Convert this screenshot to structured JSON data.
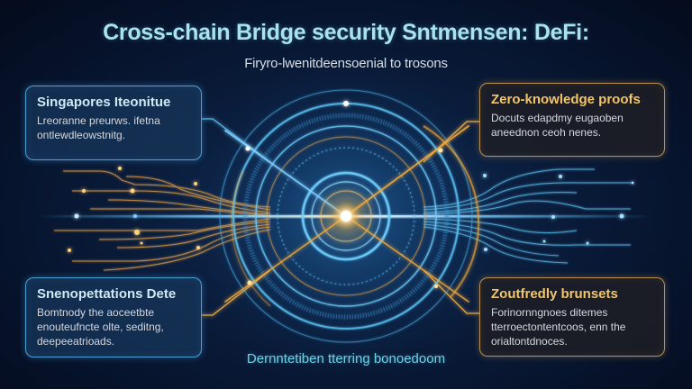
{
  "header": {
    "title": "Cross-chain Bridge security Sntmensen: DeFi:",
    "subtitle": "Firyro-lwenitdeensoenial to trosons"
  },
  "cards": [
    {
      "position": "top-left",
      "style": "blue",
      "title": "Singapores Iteonitue",
      "body": "Lreoranne preurws. ifetna ontlewdleowstnitg."
    },
    {
      "position": "top-right",
      "style": "amber",
      "title": "Zero-knowledge proofs",
      "body": "Docuts edapdmy eugaoben aneednon ceoh nenes."
    },
    {
      "position": "bottom-left",
      "style": "blue",
      "title": "Snenopettations Dete",
      "body": "Bomtnody the aoceetbte enouteufncte olte, seditng, deepeeatrioads."
    },
    {
      "position": "bottom-right",
      "style": "amber",
      "title": "Zoutfredly brunsets",
      "body": "Forinornngnoes ditemes tterroectontentcoos, enn the orialtontdnoces."
    }
  ],
  "caption": "Dernntetiben tterring bonoedoom",
  "colors": {
    "background": "#06122a",
    "title": "#a9e3ef",
    "blue_accent": "#4f9ed0",
    "amber_accent": "#f2c66a",
    "caption": "#6fd0e6"
  }
}
